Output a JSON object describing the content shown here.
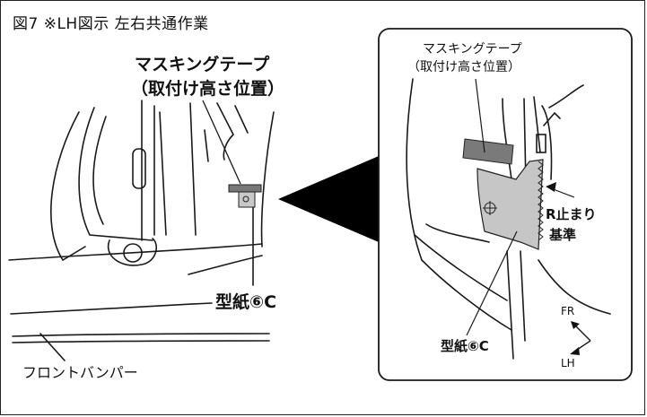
{
  "figure": {
    "title": "図7 ※LH図示 左右共通作業"
  },
  "main_view": {
    "masking_tape_label": "マスキングテープ",
    "masking_tape_sub": "（取付け高さ位置）",
    "template_label": "型紙⑥C",
    "bumper_label": "フロントバンパー"
  },
  "detail_view": {
    "masking_tape_label": "マスキングテープ",
    "masking_tape_sub": "（取付け高さ位置）",
    "reference_line1": "R止まり",
    "reference_line2": "基準",
    "template_label": "型紙⑥C"
  },
  "direction": {
    "front": "FR",
    "left": "LH"
  }
}
